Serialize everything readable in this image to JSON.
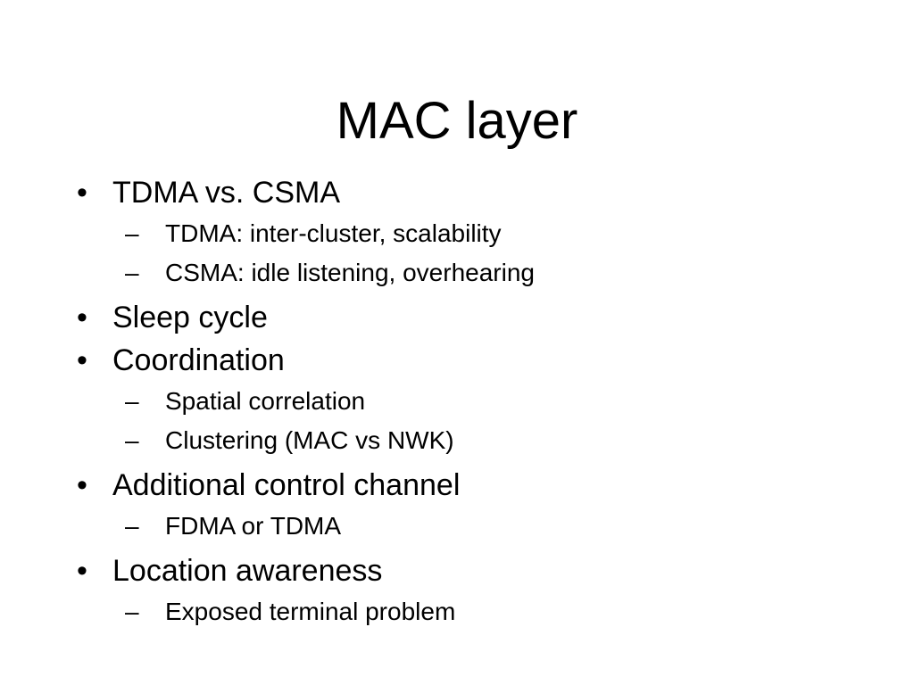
{
  "slide": {
    "title": "MAC layer",
    "bullet_glyph": "•",
    "dash_glyph": "–",
    "items": [
      {
        "text": "TDMA vs. CSMA",
        "subitems": [
          "TDMA: inter-cluster, scalability",
          "CSMA: idle listening, overhearing"
        ]
      },
      {
        "text": "Sleep cycle",
        "subitems": []
      },
      {
        "text": "Coordination",
        "subitems": [
          "Spatial correlation",
          "Clustering (MAC vs NWK)"
        ]
      },
      {
        "text": "Additional control channel",
        "subitems": [
          "FDMA or TDMA"
        ]
      },
      {
        "text": "Location awareness",
        "subitems": [
          "Exposed terminal problem"
        ]
      }
    ]
  }
}
